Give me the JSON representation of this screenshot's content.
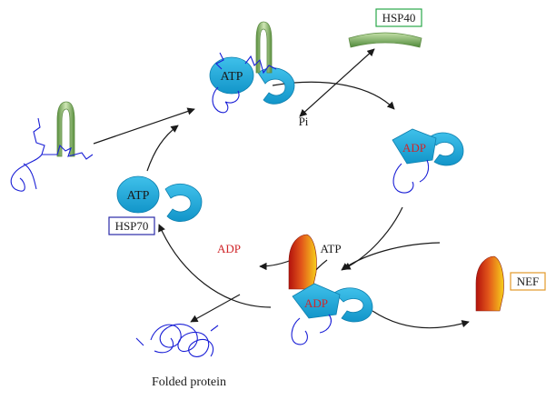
{
  "labels": {
    "hsp40": "HSP40",
    "hsp70": "HSP70",
    "nef": "NEF",
    "pi": "Pi",
    "atp_top": "ATP",
    "adp_right": "ADP",
    "atp_free": "ATP",
    "adp_released": "ADP",
    "atp_input": "ATP",
    "adp_complex": "ADP",
    "folded_protein": "Folded protein"
  },
  "colors": {
    "hsp70": "#1aa6d8",
    "hsp70_dark": "#0e7fae",
    "hsp40": "#a8cf8a",
    "hsp40_dark": "#4f8a3a",
    "substrate": "#1a1fd6",
    "adp_text": "#d0262a",
    "hsp40_box": "#2aa84a",
    "hsp70_box": "#2a2aa8",
    "nef_box": "#e39a2a",
    "nef_light": "#f7cf1b",
    "nef_dark": "#b3120d",
    "arrow": "#1a1a1a"
  }
}
